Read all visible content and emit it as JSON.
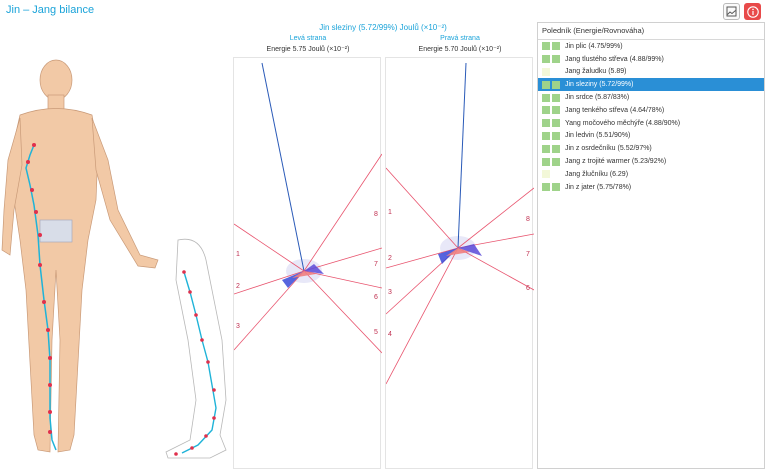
{
  "header": {
    "title": "Jin – Jang bilance",
    "image_button_icon": "image-icon",
    "info_button_icon": "info-icon"
  },
  "chart": {
    "title": "Jin sleziny (5.72/99%) Joulů (×10⁻²)",
    "left": {
      "label": "Levá strana",
      "energy": "Energie 5.75 Joulů (×10⁻²)",
      "ray_numbers": [
        "1",
        "2",
        "3",
        "8",
        "7",
        "6",
        "5"
      ]
    },
    "right": {
      "label": "Pravá strana",
      "energy": "Energie 5.70 Joulů (×10⁻²)",
      "ray_numbers": [
        "1",
        "2",
        "3",
        "4",
        "8",
        "7",
        "6"
      ]
    }
  },
  "colors": {
    "accent": "#1aa3d9",
    "selected": "#2a8fd6",
    "ray": "#e8546e",
    "blue_line": "#2a5ab8",
    "swatch_green": "#9fd38a",
    "swatch_light": "#f3f8d8"
  },
  "meridians": {
    "header": "Poledník (Energie/Rovnováha)",
    "items": [
      {
        "label": "Jin plic (4.75/99%)",
        "swatches": 2,
        "selected": false
      },
      {
        "label": "Jang tlustého střeva (4.88/99%)",
        "swatches": 2,
        "selected": false
      },
      {
        "label": "Jang žaludku (5.89)",
        "swatches": 1,
        "selected": false
      },
      {
        "label": "Jin sleziny (5.72/99%)",
        "swatches": 2,
        "selected": true
      },
      {
        "label": "Jin srdce (5.87/83%)",
        "swatches": 2,
        "selected": false
      },
      {
        "label": "Jang tenkého střeva (4.64/78%)",
        "swatches": 2,
        "selected": false
      },
      {
        "label": "Yang močového měchýře (4.88/90%)",
        "swatches": 2,
        "selected": false
      },
      {
        "label": "Jin ledvin (5.51/90%)",
        "swatches": 2,
        "selected": false
      },
      {
        "label": "Jin z osrdečníku (5.52/97%)",
        "swatches": 2,
        "selected": false
      },
      {
        "label": "Jang z trojité warmer (5.23/92%)",
        "swatches": 2,
        "selected": false
      },
      {
        "label": "Jang žlučníku (6.29)",
        "swatches": 1,
        "selected": false
      },
      {
        "label": "Jin z jater (5.75/78%)",
        "swatches": 2,
        "selected": false
      }
    ]
  }
}
